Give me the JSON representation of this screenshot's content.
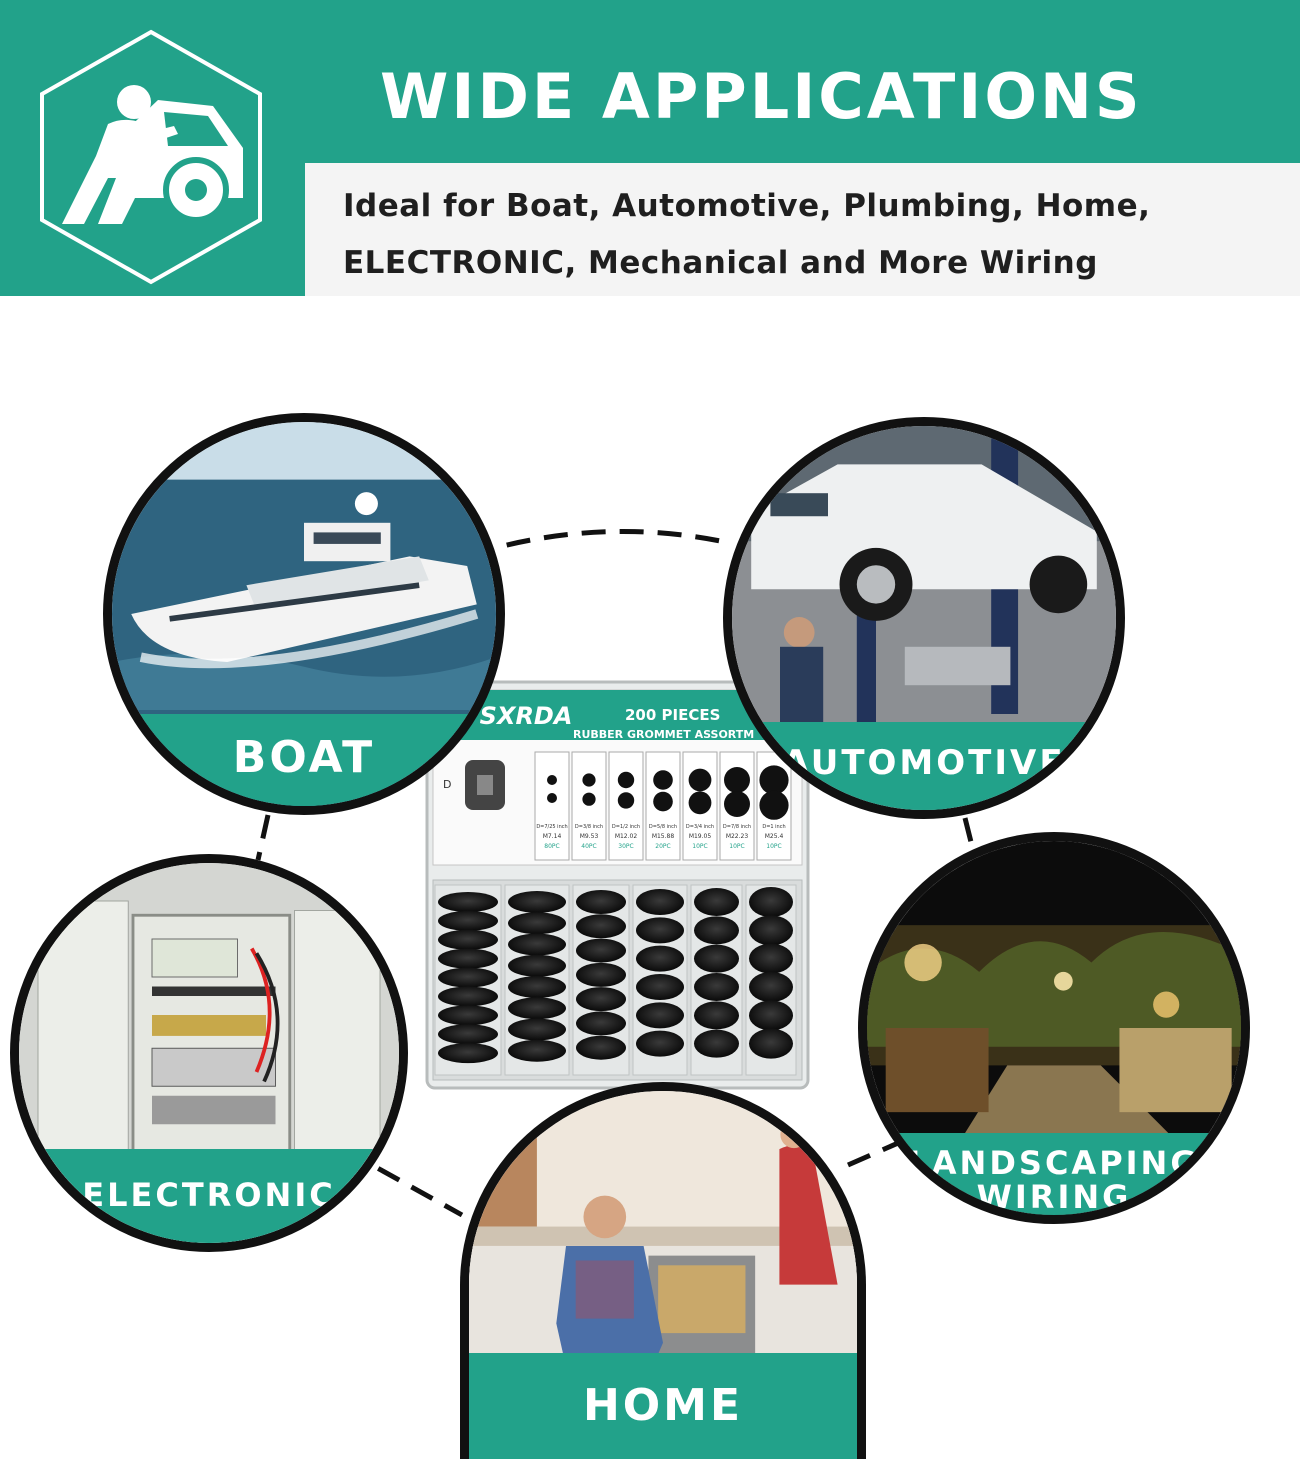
{
  "banner": {
    "title": "WIDE APPLICATIONS",
    "line1": "Ideal for Boat, Automotive, Plumbing, Home,",
    "line2": "ELECTRONIC, Mechanical and More Wiring",
    "logo_icon": "mechanic-car-icon"
  },
  "product": {
    "brand": "SYSXRDA",
    "pieces": "200 PIECES",
    "name": "RUBBER GROMMET ASSORTM",
    "sizes": [
      {
        "dim": "D=7/25 inch",
        "metric": "M7.14",
        "qty": "80PC"
      },
      {
        "dim": "D=3/8 inch",
        "metric": "M9.53",
        "qty": "40PC"
      },
      {
        "dim": "D=1/2 inch",
        "metric": "M12.02",
        "qty": "30PC"
      },
      {
        "dim": "D=5/8 inch",
        "metric": "M15.88",
        "qty": "20PC"
      },
      {
        "dim": "D=3/4 inch",
        "metric": "M19.05",
        "qty": "10PC"
      },
      {
        "dim": "D=7/8 inch",
        "metric": "M22.23",
        "qty": "10PC"
      },
      {
        "dim": "D=1 inch",
        "metric": "M25.4",
        "qty": "10PC"
      }
    ]
  },
  "applications": {
    "boat": "BOAT",
    "automotive": "AUTOMOTIVE",
    "electronic": "ELECTRONIC",
    "landscaping": "LANDSCAPING\nWIRING",
    "home": "HOME"
  },
  "colors": {
    "accent": "#22a28a",
    "light": "#f4f4f4",
    "ring": "#111111"
  }
}
